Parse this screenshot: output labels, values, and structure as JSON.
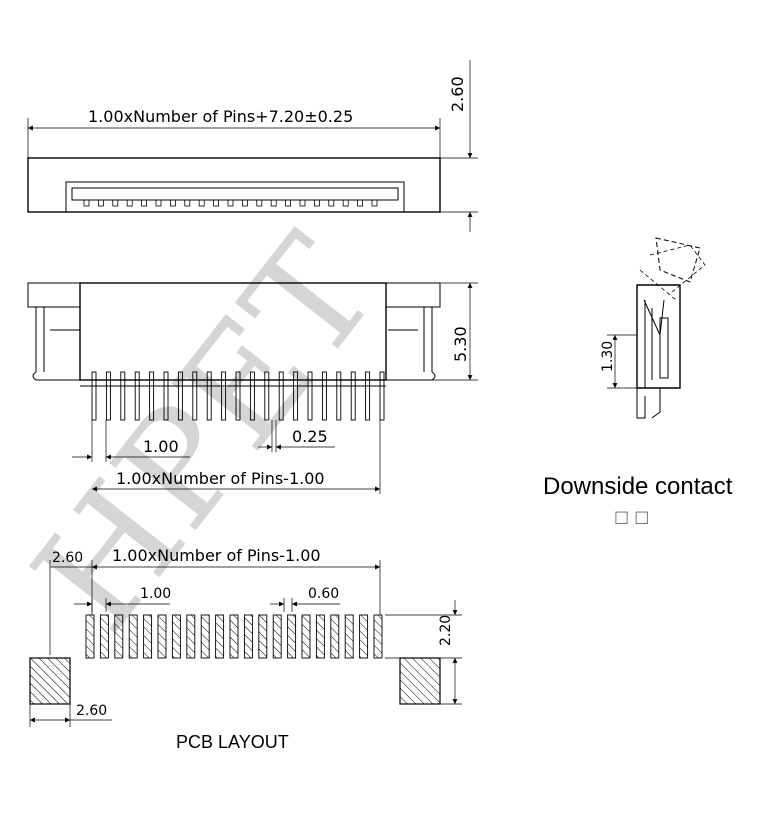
{
  "top_view": {
    "overall_length": "1.00xNumber of Pins+7.20±0.25",
    "height": "2.60"
  },
  "front_view": {
    "height": "5.30",
    "pitch": "1.00",
    "pin_width": "0.25",
    "pin_span": "1.00xNumber of Pins-1.00"
  },
  "side_view": {
    "contact_height": "1.30",
    "title": "Downside contact",
    "subtitle": "□ □"
  },
  "pcb_layout": {
    "mount_pad_width": "2.60",
    "pad_span": "1.00xNumber of Pins-1.00",
    "pitch": "1.00",
    "pad_width": "0.60",
    "pad_length": "2.20",
    "mount_pad_bottom": "2.60",
    "title": "PCB LAYOUT"
  },
  "watermark": "HPET"
}
